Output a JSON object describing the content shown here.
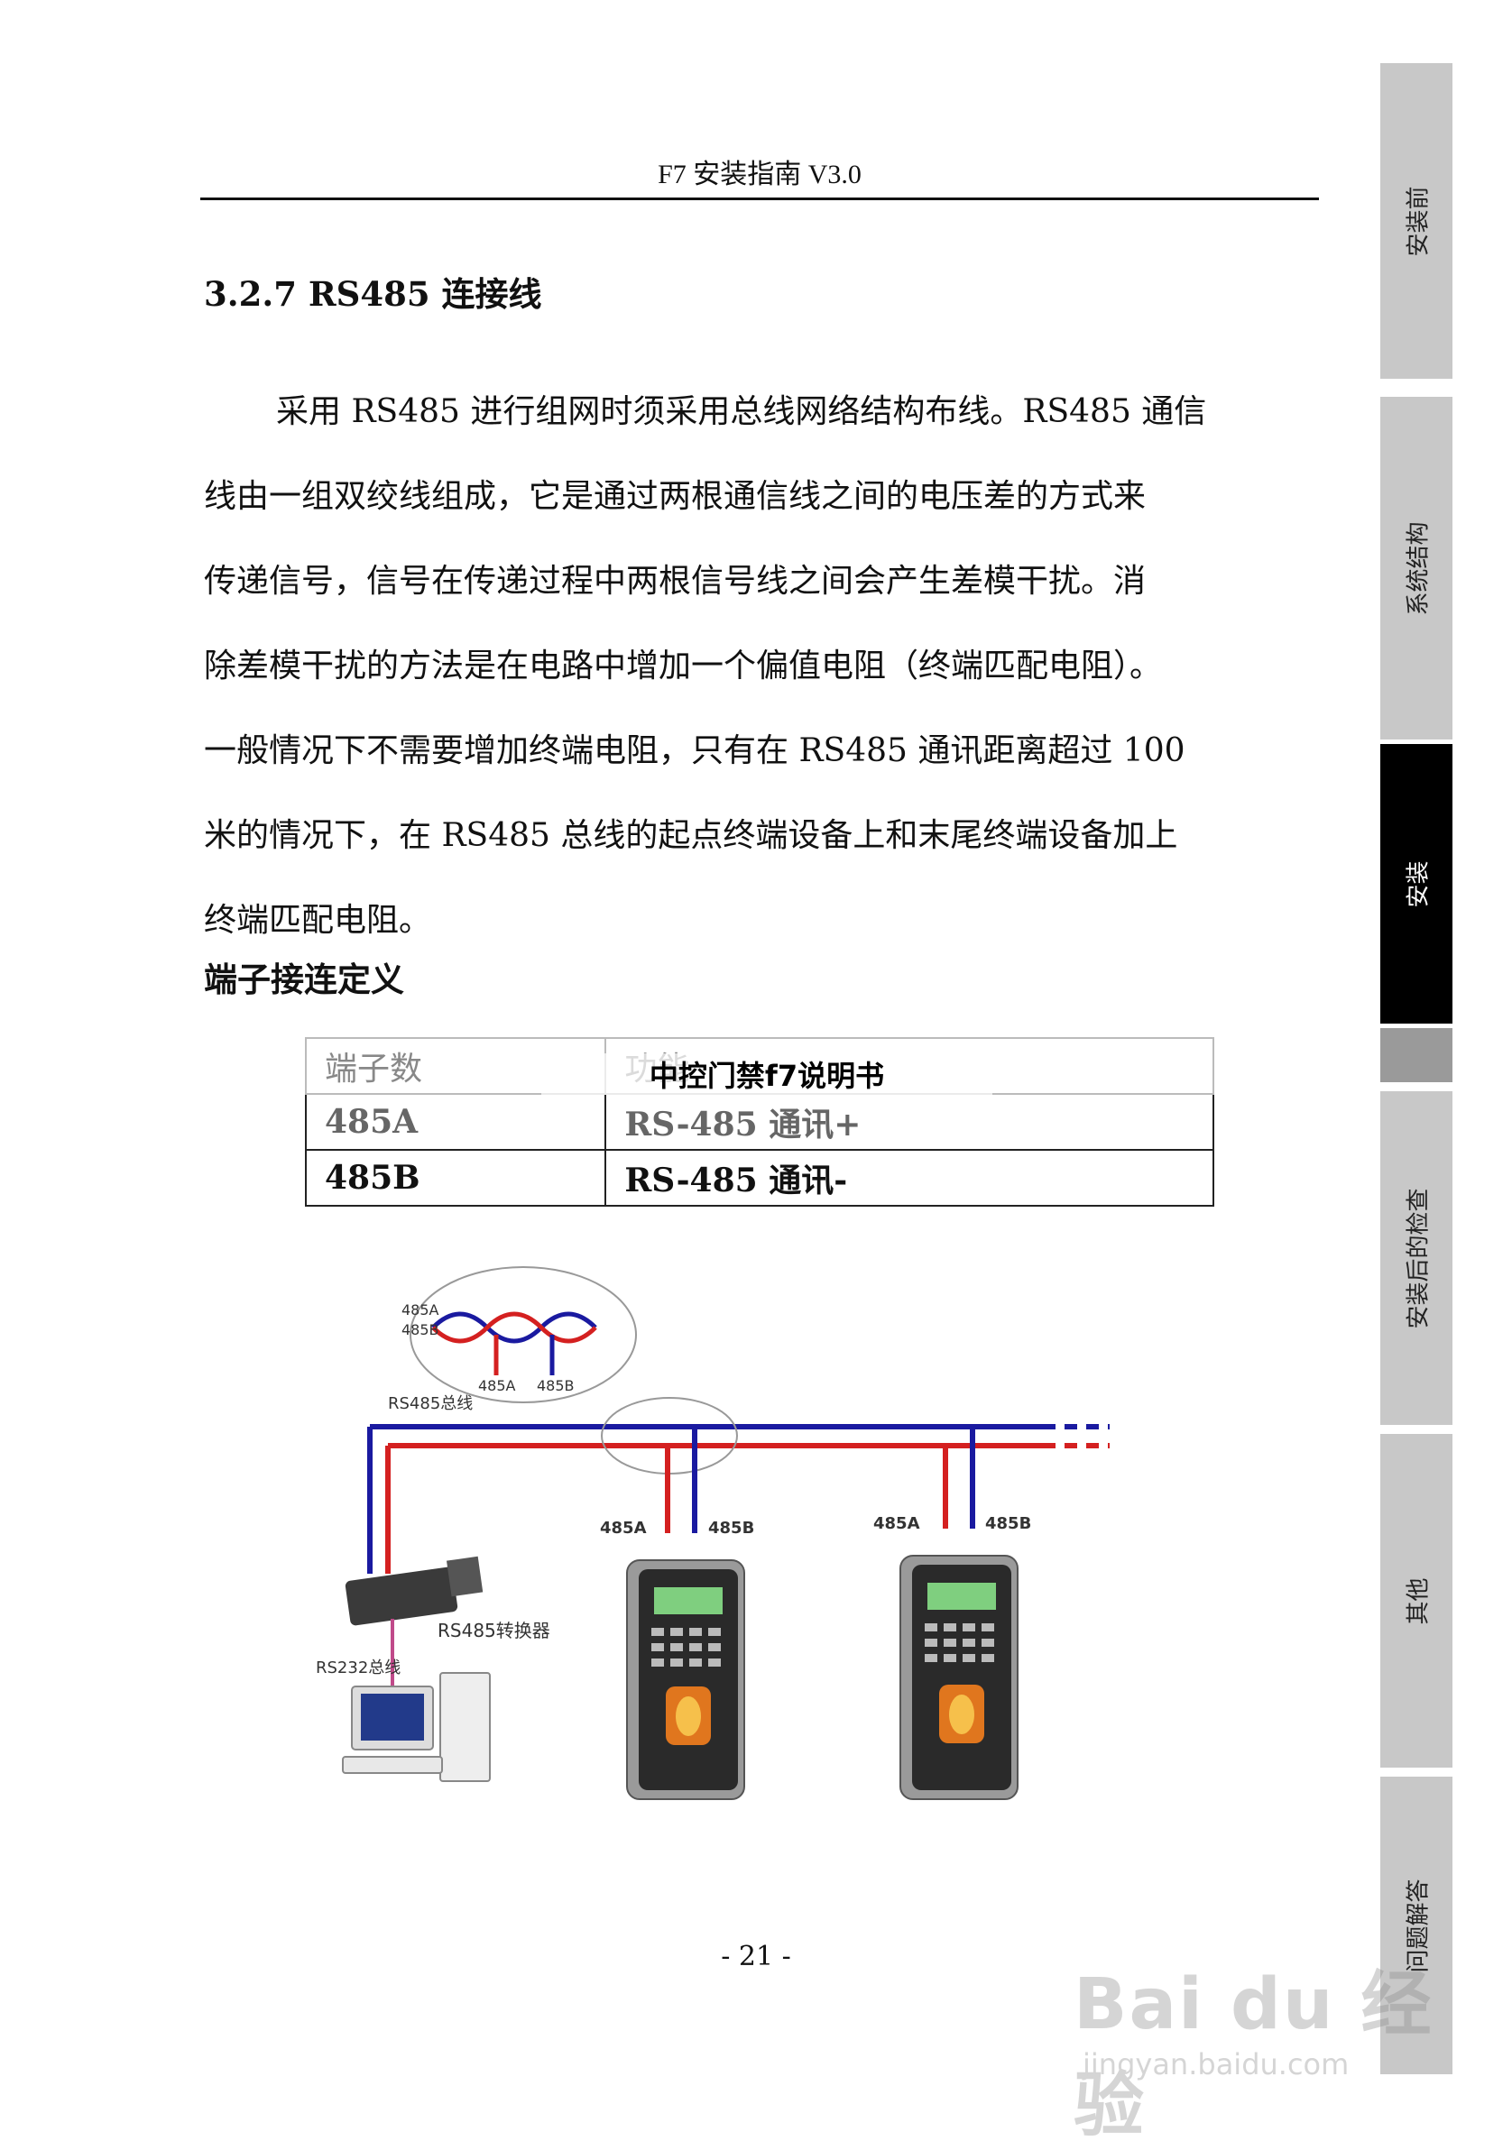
{
  "header": {
    "title": "F7 安装指南 V3.0"
  },
  "section": {
    "title": "3.2.7 RS485 连接线"
  },
  "paragraph": {
    "lines": [
      "采用 RS485 进行组网时须采用总线网络结构布线。RS485 通信",
      "线由一组双绞线组成，它是通过两根通信线之间的电压差的方式来",
      "传递信号，信号在传递过程中两根信号线之间会产生差模干扰。消",
      "除差模干扰的方法是在电路中增加一个偏值电阻（终端匹配电阻）。",
      "一般情况下不需要增加终端电阻，只有在 RS485 通讯距离超过 100",
      "米的情况下，在 RS485 总线的起点终端设备上和末尾终端设备加上",
      "终端匹配电阻。"
    ]
  },
  "subsection": {
    "title": "端子接连定义"
  },
  "terminal_table": {
    "headers": [
      "端子数",
      "功能"
    ],
    "rows": [
      [
        "485A",
        "RS-485 通讯+"
      ],
      [
        "485B",
        "RS-485 通讯-"
      ]
    ]
  },
  "overlay": {
    "title": "中控门禁f7说明书"
  },
  "diagram": {
    "labels": {
      "twisted_a": "485A",
      "twisted_b": "485B",
      "twisted_bottom_a": "485A",
      "twisted_bottom_b": "485B",
      "bus": "RS485总线",
      "device1_a": "485A",
      "device1_b": "485B",
      "device2_a": "485A",
      "device2_b": "485B",
      "converter": "RS485转换器",
      "rs232": "RS232总线"
    },
    "colors": {
      "blue": "#1a1aa0",
      "red": "#d42020"
    }
  },
  "page": {
    "number": "- 21 -"
  },
  "sidebar": {
    "tabs": [
      "安装前",
      "系统结构",
      "安装",
      "安装后的检查",
      "其他",
      "问题解答"
    ]
  },
  "watermark": {
    "brand": "Bai du 经验",
    "site": "jingyan.baidu.com"
  }
}
